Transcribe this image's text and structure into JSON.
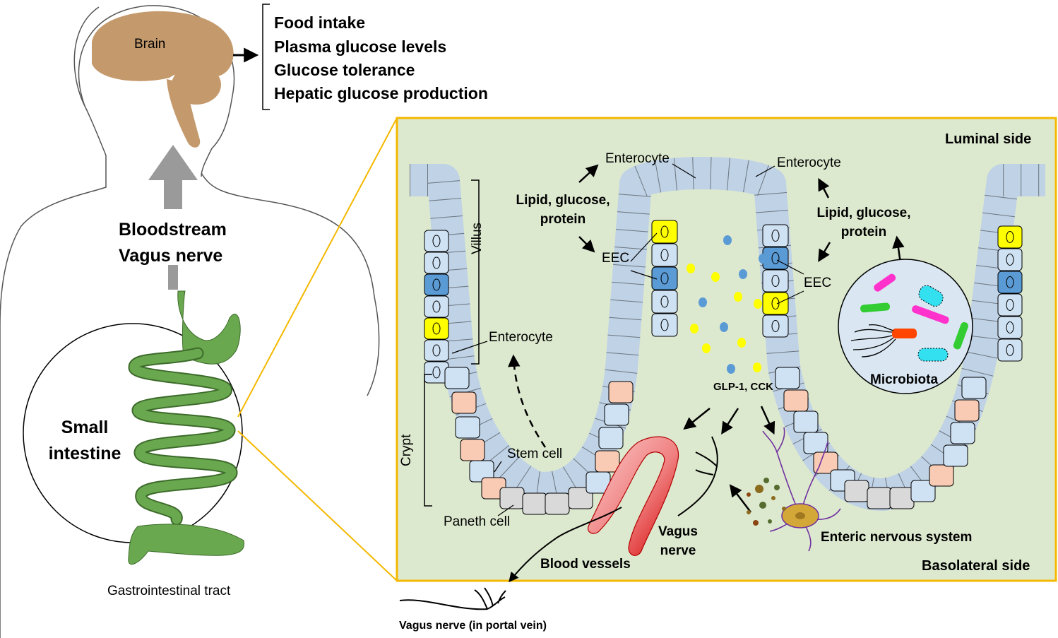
{
  "brain": {
    "label": "Brain",
    "effects": [
      "Food intake",
      "Plasma glucose levels",
      "Glucose tolerance",
      "Hepatic glucose production"
    ]
  },
  "routes": {
    "line1": "Bloodstream",
    "line2": "Vagus nerve"
  },
  "gut": {
    "small_intestine": {
      "line1": "Small",
      "line2": "intestine"
    },
    "tract": "Gastrointestinal tract"
  },
  "zoom": {
    "luminal_side": "Luminal side",
    "basolateral_side": "Basolateral side",
    "villus": "Villus",
    "crypt": "Crypt",
    "enterocyte": "Enterocyte",
    "stem_cell": "Stem cell",
    "paneth_cell": "Paneth cell",
    "nutrients": {
      "line1": "Lipid, glucose,",
      "line2": "protein"
    },
    "eec": "EEC",
    "hormones": "GLP-1, CCK",
    "microbiota": "Microbiota",
    "blood_vessels": "Blood vessels",
    "vagus": {
      "line1": "Vagus",
      "line2": "nerve"
    },
    "ens": "Enteric nervous system",
    "portal_vagus": "Vagus nerve (in portal vein)"
  },
  "colors": {
    "brain": "#c49a6c",
    "gut": "#6aa84f",
    "panel_bg": "#dde9cf",
    "panel_border": "#f5b800",
    "enterocyte": "#cfe2f3",
    "eec_yellow": "#ffff00",
    "eec_blue": "#5b9bd5",
    "stem_cell": "#f9cbb4",
    "paneth_cell": "#d9d9d9",
    "blood_vessel": "#e00000"
  }
}
